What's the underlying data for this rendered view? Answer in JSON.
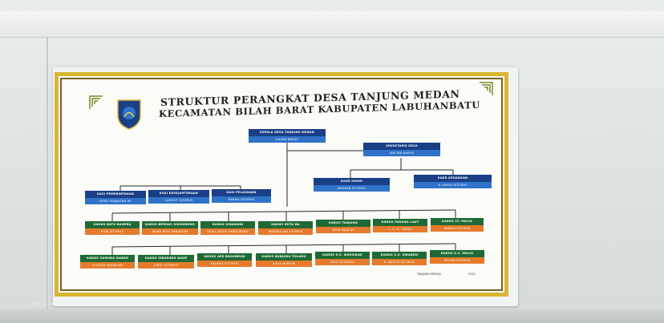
{
  "title": "STRUKTUR PERANGKAT DESA TANJUNG MEDAN",
  "subtitle": "KECAMATAN BILAH BARAT KABUPATEN LABUHANBATU",
  "head": {
    "role": "KEPALA DESA TANJUNG MEDAN",
    "name": "JULIMA BARUS"
  },
  "secretary": {
    "role": "SEKRETARIS DESA",
    "name": "JAHLINA BARUS"
  },
  "kaur": [
    {
      "role": "KAUR UMUM",
      "name": "WASKAR SITORUS"
    },
    {
      "role": "KAUR KEUANGAN",
      "name": "A. HAFAS SITORUS"
    }
  ],
  "kasi": [
    {
      "role": "KASI PEMERINTAHAN",
      "name": "RUSLI PANJAITAN SE"
    },
    {
      "role": "KASI KESEJAHTERAAN",
      "name": "LAMHOT SITORUS"
    },
    {
      "role": "KASI PELAYANAN",
      "name": "DARMA SITORUS"
    }
  ],
  "dusun_row1": [
    {
      "role": "KADUS BATU BAHERA",
      "name": "ROBI SITORUS"
    },
    {
      "role": "KADUS BERHAS SIKUMBUNG",
      "name": "IRFAN RIFAI PANJAITAN"
    },
    {
      "role": "KADUS SINAMANI",
      "name": "RIZAL JUSUF SIMATUPANG"
    },
    {
      "role": "KADUS HUTA BA",
      "name": "PARSAULIAN SITORUS"
    },
    {
      "role": "KADUS TANJUNG",
      "name": "AMIR DAULAY"
    },
    {
      "role": "KADUS PADANG LAUT",
      "name": "L. A. M. TAMBA"
    },
    {
      "role": "KADUS ST. MULIA",
      "name": "ANDIKA SITORUS"
    }
  ],
  "dusun_row2": [
    {
      "role": "KADUS GUNUNG DABAR",
      "name": "SUAIFAN HASIBUAN"
    },
    {
      "role": "KADUS SIBARUNG NAUR",
      "name": "JUBET SITORUS"
    },
    {
      "role": "KADUS AEK BASUNDUN",
      "name": "RAHMAT SITORUS"
    },
    {
      "role": "KADUS BANJARA TOLANG",
      "name": "AGUS NURDIN"
    },
    {
      "role": "KADUS S.S. MARSIDAK",
      "name": "AGUS RITONGA"
    },
    {
      "role": "KADUS S.S. SIBABUN",
      "name": "R. BAHTIS SITORUS"
    },
    {
      "role": "KADUS S.S. MULIA",
      "name": "ROHAN SITORUS"
    }
  ],
  "footer": {
    "place": "TANJUNG MEDAN",
    "year": "2022"
  },
  "watermark": "Shot on Y71 vivo AI camera",
  "colors": {
    "frame": "#d9b633",
    "header_blue": "#1b3f86",
    "name_blue": "#2f73c9",
    "header_green": "#1e6a34",
    "name_orange": "#e57a2c"
  }
}
